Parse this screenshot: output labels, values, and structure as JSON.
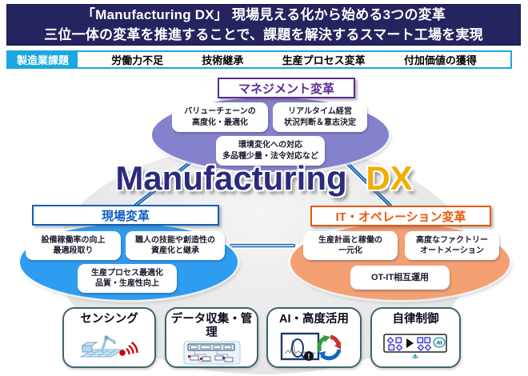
{
  "header": {
    "line1": "「Manufacturing DX」 現場見える化から始める3つの変革",
    "line2": "三位一体の変革を推進することで、課題を解決するスマート工場を実現"
  },
  "challenge_bar": {
    "label": "製造業課題",
    "items": [
      "労働力不足",
      "技術継承",
      "生産プロセス変革",
      "付加価値の獲得"
    ]
  },
  "center": {
    "title_main": "Manufacturing",
    "title_accent": "DX"
  },
  "sections": {
    "management": {
      "title": "マネジメント変革",
      "pills": [
        [
          "バリューチェーンの",
          "高度化・最適化"
        ],
        [
          "リアルタイム経営",
          "状況判断＆意志決定"
        ],
        [
          "環境変化への対応",
          "多品種少量・法令対応など"
        ]
      ]
    },
    "field": {
      "title": "現場変革",
      "pills": [
        [
          "設備稼働率の向上",
          "最適段取り"
        ],
        [
          "職人の技能や創造性の",
          "資産化と継承"
        ],
        [
          "生産プロセス最適化",
          "品質・生産性向上"
        ]
      ]
    },
    "it_ops": {
      "title": "IT・オペレーション変革",
      "pills": [
        [
          "生産計画と稼働の",
          "一元化"
        ],
        [
          "高度なファクトリー",
          "オートメーション"
        ],
        [
          "OT-IT相互運用"
        ]
      ]
    }
  },
  "bottom": {
    "boxes": [
      {
        "label": "センシング",
        "icon": "robot-arm-signal-icon"
      },
      {
        "label": "データ収集・管理",
        "icon": "data-flow-network-icon"
      },
      {
        "label": "AI・高度活用",
        "icon": "chart-analysis-cycle-icon"
      },
      {
        "label": "自律制御",
        "icon": "process-flow-ai-icon"
      }
    ]
  },
  "colors": {
    "header_bg": "#24245e",
    "bar_accent": "#1ba7e0",
    "management_accent": "#5a2d91",
    "management_fill": "#8482cd",
    "field_accent": "#0e5fc0",
    "field_fill": "#2e9cf0",
    "it_ops_accent": "#e8590c",
    "it_ops_fill": "#f5a073",
    "dx_main": "#2b2b7e",
    "dx_accent": "#f2ae00",
    "connector": "#1a62ae",
    "tech_box_border": "#3c656d",
    "signal_red": "#d40000"
  }
}
